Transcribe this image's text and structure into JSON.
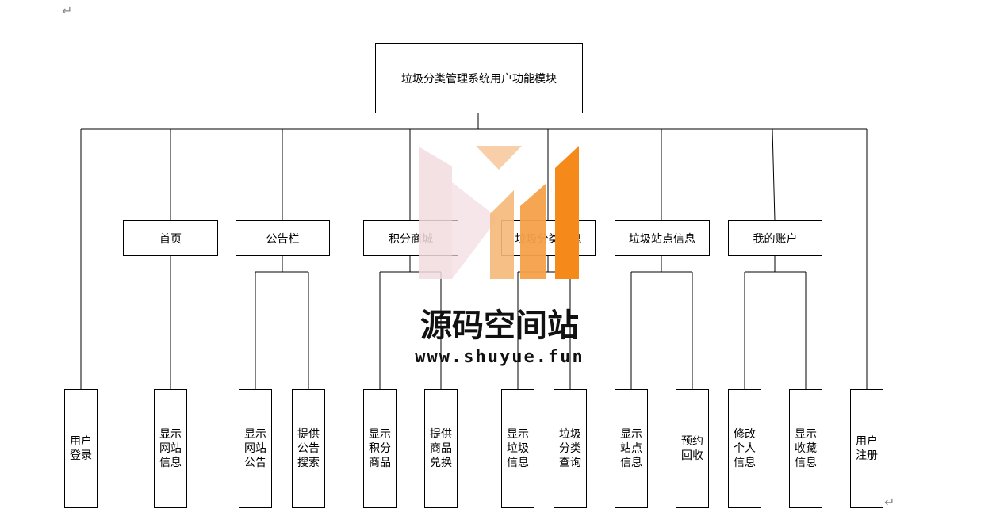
{
  "root": {
    "label": "垃圾分类管理系统用户功能模块"
  },
  "direct_leaves": {
    "login": "用户登录",
    "register": "用户注册"
  },
  "modules": [
    {
      "label": "首页",
      "children": [
        "显示网站信息"
      ]
    },
    {
      "label": "公告栏",
      "children": [
        "显示网站公告",
        "提供公告搜索"
      ]
    },
    {
      "label": "积分商城",
      "children": [
        "显示积分商品",
        "提供商品兑换"
      ]
    },
    {
      "label": "垃圾分类信息",
      "children": [
        "显示垃圾信息",
        "垃圾分类查询"
      ]
    },
    {
      "label": "垃圾站点信息",
      "children": [
        "显示站点信息",
        "预约回收"
      ]
    },
    {
      "label": "我的账户",
      "children": [
        "修改个人信息",
        "显示收藏信息"
      ]
    }
  ],
  "watermark": {
    "title": "源码空间站",
    "url": "www.shuyue.fun",
    "colors": [
      "#f2dcdf",
      "#f7caa0",
      "#f5a04a",
      "#f58a1a"
    ]
  },
  "paragraph_mark": "↵"
}
